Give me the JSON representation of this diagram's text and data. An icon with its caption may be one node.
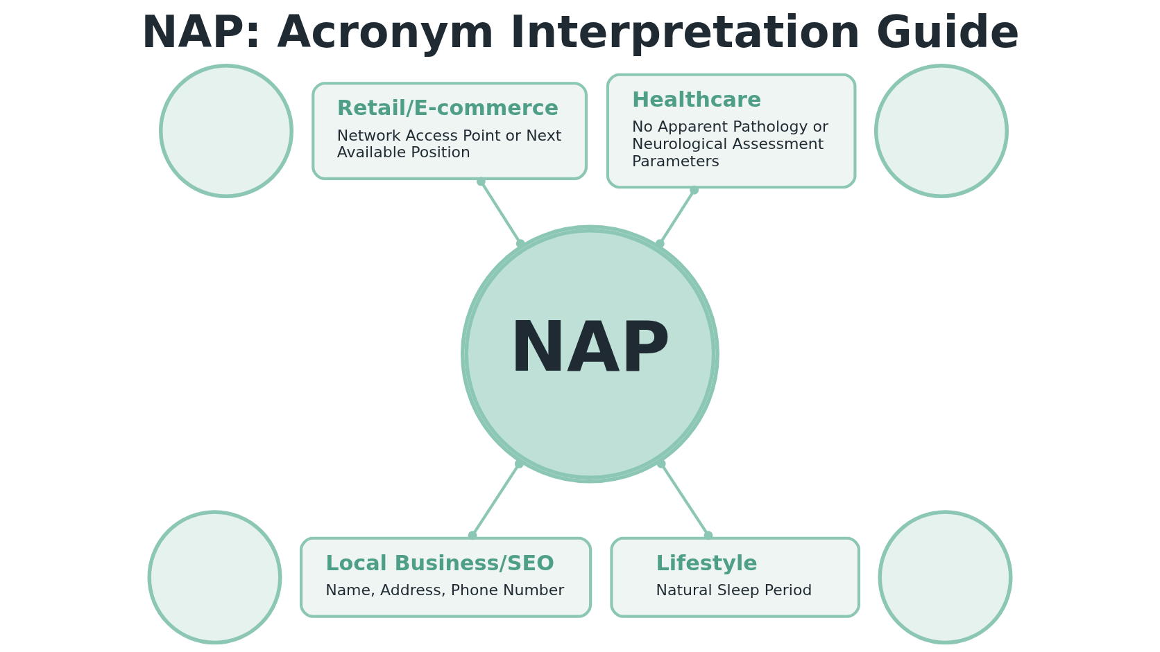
{
  "diagram": {
    "title": "NAP: Acronym Interpretation Guide",
    "nodes": [
      {
        "text": [],
        "shape": "circle"
      },
      {
        "text": [
          "Retail/E-commerce",
          "Network Access Point or Next Available Position"
        ]
      },
      {
        "text": [
          "Healthcare",
          "No Apparent Pathology or Neurological Assessment Parameters"
        ]
      },
      {
        "text": [],
        "shape": "circle"
      },
      {
        "text": [
          "NAP"
        ]
      },
      {
        "text": [],
        "shape": "circle"
      },
      {
        "text": [
          "Local Business/SEO",
          "Name, Address, Phone Number"
        ]
      },
      {
        "text": [
          "Lifestyle",
          "Natural Sleep Period"
        ]
      },
      {
        "text": [],
        "shape": "circle"
      }
    ],
    "edges": [
      {
        "from": 1,
        "to": 4,
        "arrow": "other"
      },
      {
        "from": 2,
        "to": 4,
        "arrow": "other"
      },
      {
        "from": 4,
        "to": 6,
        "arrow": "other"
      },
      {
        "from": 4,
        "to": 7,
        "arrow": "other"
      }
    ]
  }
}
